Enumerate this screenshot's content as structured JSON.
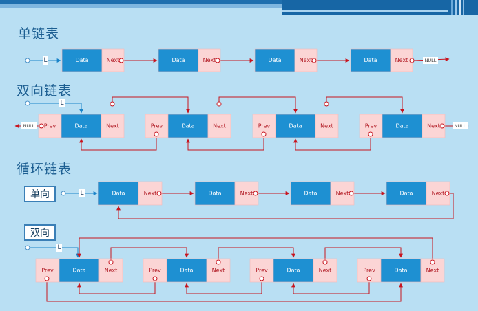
{
  "headings": {
    "singly": "单链表",
    "doubly": "双向链表",
    "circular": "循环链表"
  },
  "circular": {
    "one_way_label": "单向",
    "two_way_label": "双向"
  },
  "labels": {
    "data": "Data",
    "next": "Next",
    "prev": "Prev",
    "null": "NULL",
    "head": "L"
  },
  "colors": {
    "data_fill": "#1e90d2",
    "pointer_fill": "#fbd5d5",
    "arrow_red": "#c8141e",
    "arrow_blue": "#1a84c9",
    "background": "#b9dff3"
  }
}
